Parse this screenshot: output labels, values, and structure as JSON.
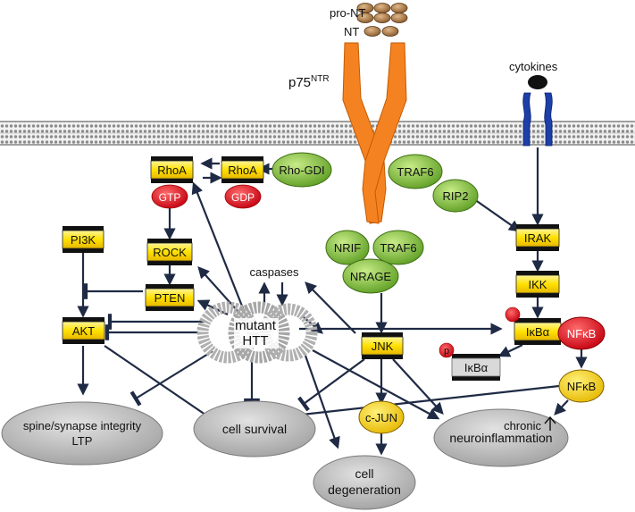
{
  "ligands": {
    "pro_nt": "pro-NT",
    "nt": "NT",
    "cytokines": "cytokines"
  },
  "receptor": {
    "name": "p75",
    "superscript": "NTR"
  },
  "nodes": {
    "rhoa_gtp_box": "RhoA",
    "gtp": "GTP",
    "rhoa_gdp_box": "RhoA",
    "gdp": "GDP",
    "rho_gdi": "Rho-GDI",
    "traf6_top": "TRAF6",
    "rip2": "RIP2",
    "nrif": "NRIF",
    "traf6_bottom": "TRAF6",
    "nrage": "NRAGE",
    "irak": "IRAK",
    "ikk": "IKK",
    "ikba": "IκBα",
    "nfkb_red": "NFκB",
    "p_mark": "p",
    "ikba_p": "IκBα",
    "nfkb_yellow": "NFκB",
    "chronic": "chronic",
    "pi3k": "PI3K",
    "rock": "ROCK",
    "pten": "PTEN",
    "akt": "AKT",
    "caspases": "caspases",
    "mutant_htt_line1": "mutant",
    "mutant_htt_line2": "HTT",
    "jnk": "JNK",
    "cjun": "c-JUN"
  },
  "outcomes": {
    "spine_line1": "spine/synapse integrity",
    "spine_line2": "LTP",
    "cell_survival": "cell survival",
    "neuroinflammation": "neuroinflammation",
    "degeneration_line1": "cell",
    "degeneration_line2": "degeneration"
  },
  "colors": {
    "membrane": "#9a9a9a",
    "box_yellow": "#ffe100",
    "box_border": "#222222",
    "green": "#8dc63f",
    "red": "#e8202a",
    "orange": "#f58220",
    "blue": "#1c3fa8",
    "gray_ellipse": "#bdbdbd",
    "arrow": "#1f2a44"
  }
}
